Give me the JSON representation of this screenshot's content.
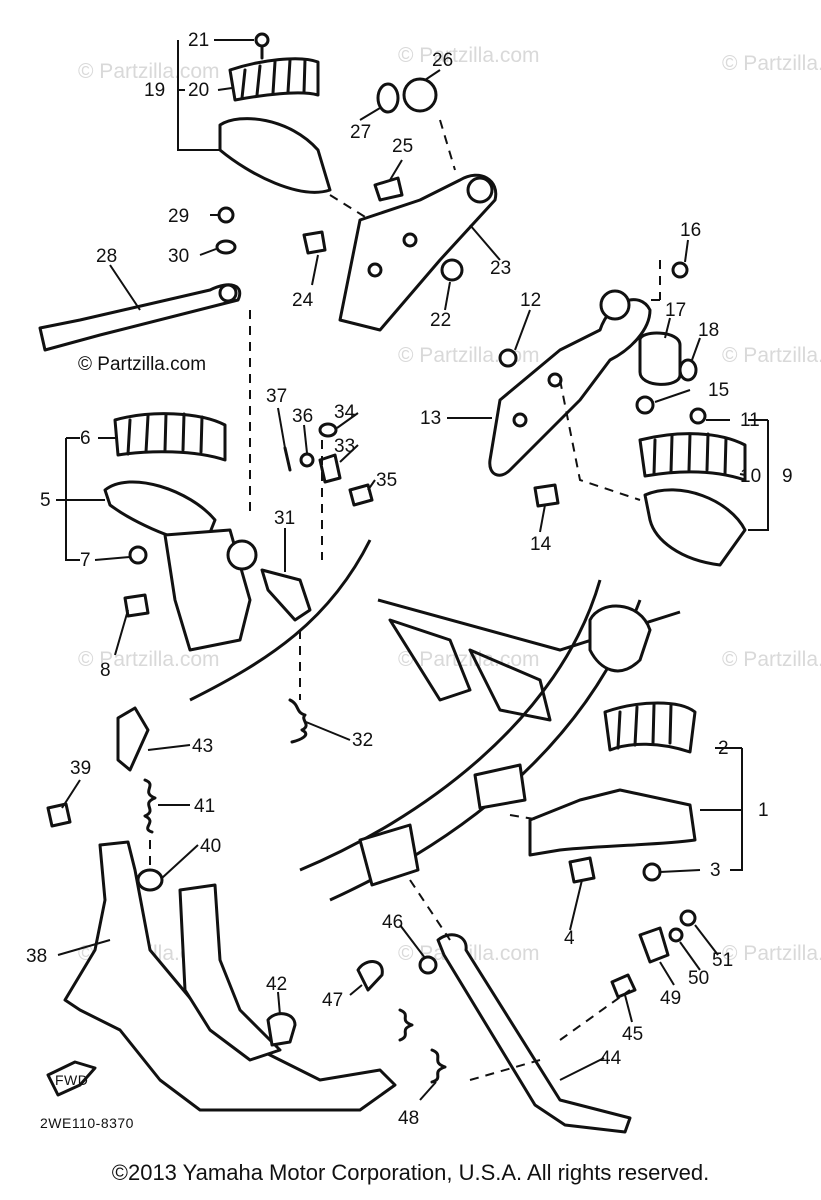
{
  "watermark": "© Partzilla.com",
  "drawing_code": "2WE110-8370",
  "fwd_label": "FWD",
  "copyright": "©2013  Yamaha Motor Corporation, U.S.A. All rights reserved.",
  "callouts": {
    "n1": "1",
    "n2": "2",
    "n3": "3",
    "n4": "4",
    "n5": "5",
    "n6": "6",
    "n7": "7",
    "n8": "8",
    "n9": "9",
    "n10": "10",
    "n11": "11",
    "n12": "12",
    "n13": "13",
    "n14": "14",
    "n15": "15",
    "n16": "16",
    "n17": "17",
    "n18": "18",
    "n19": "19",
    "n20": "20",
    "n21": "21",
    "n22": "22",
    "n23": "23",
    "n24": "24",
    "n25": "25",
    "n26": "26",
    "n27": "27",
    "n28": "28",
    "n29": "29",
    "n30": "30",
    "n31": "31",
    "n32": "32",
    "n33": "33",
    "n34": "34",
    "n35": "35",
    "n36": "36",
    "n37": "37",
    "n38": "38",
    "n39": "39",
    "n40": "40",
    "n41": "41",
    "n42": "42",
    "n43": "43",
    "n44": "44",
    "n45": "45",
    "n46": "46",
    "n47": "47",
    "n48": "48",
    "n49": "49",
    "n50": "50",
    "n51": "51"
  }
}
